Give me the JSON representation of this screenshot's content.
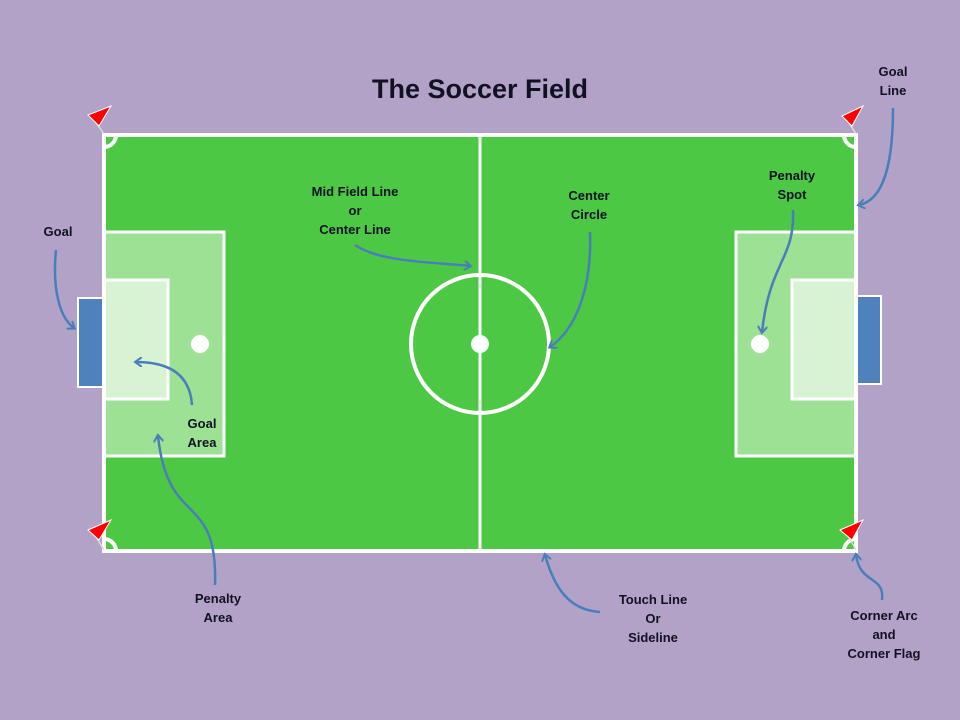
{
  "title": "The Soccer Field",
  "colors": {
    "background": "#b2a2c8",
    "field": "#4cc845",
    "penalty_area": "#9de195",
    "goal_area": "#d8f2d4",
    "goal": "#4f81bd",
    "flag": "#ff0000",
    "arrow": "#4a7ebb"
  },
  "labels": {
    "goal": [
      "Goal"
    ],
    "mid_field_line": [
      "Mid Field Line",
      "or",
      "Center Line"
    ],
    "center_circle": [
      "Center",
      "Circle"
    ],
    "penalty_spot": [
      "Penalty",
      "Spot"
    ],
    "goal_line": [
      "Goal",
      "Line"
    ],
    "goal_area": [
      "Goal",
      "Area"
    ],
    "penalty_area": [
      "Penalty",
      "Area"
    ],
    "touch_line": [
      "Touch Line",
      "Or",
      "Sideline"
    ],
    "corner": [
      "Corner Arc",
      "and",
      "Corner Flag"
    ]
  }
}
